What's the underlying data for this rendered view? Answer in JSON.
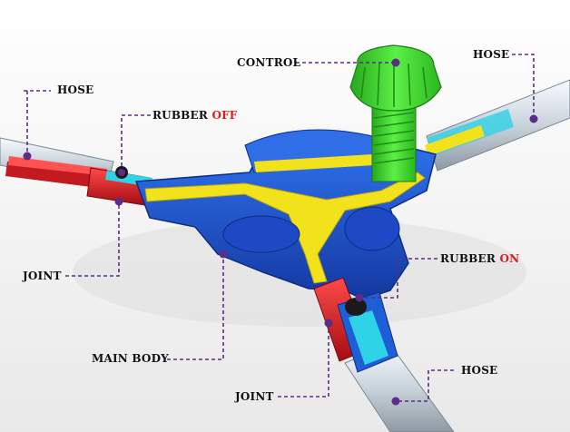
{
  "colors": {
    "leader_line": "#5b2d86",
    "body_blue": "#1f5fd6",
    "body_blue_dark": "#1438a0",
    "gasket_yellow": "#f2e21c",
    "knob_green": "#3fd62b",
    "rubber_red": "#d9161c",
    "hose_glass": "#dfe7ee",
    "accent_text": "#d81e1e"
  },
  "labels": {
    "control": "CONTROL",
    "hose_top_left": "HOSE",
    "hose_top_right": "HOSE",
    "rubber_off_prefix": "RUBBER",
    "rubber_off_state": "OFF",
    "rubber_on_prefix": "RUBBER",
    "rubber_on_state": "ON",
    "joint_left": "JOINT",
    "main_body": "MAIN BODY",
    "joint_bottom": "JOINT",
    "hose_bottom": "HOSE"
  }
}
